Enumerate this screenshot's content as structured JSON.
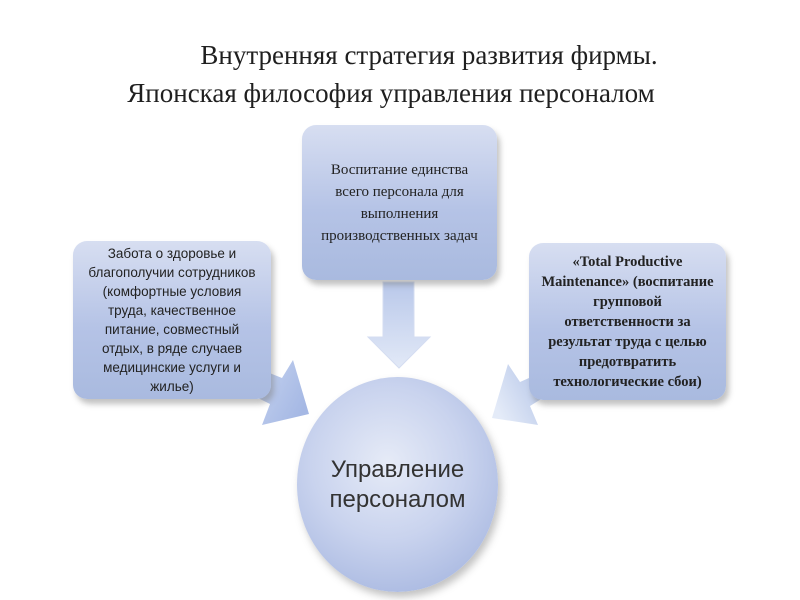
{
  "title": {
    "line1": "Внутренняя стратегия развития фирмы.",
    "line2": "Японская философия управления персоналом"
  },
  "center": {
    "label": "Управление персоналом"
  },
  "top_box": {
    "text": "Воспитание единства всего персонала для выполнения производственных задач"
  },
  "left_box": {
    "text": "Забота о здоровье и благополучии сотрудников (комфортные условия труда, качественное питание, совместный отдых, в ряде случаев медицинские услуги и жилье)"
  },
  "right_box": {
    "text": "«Total Productive Maintenance» (воспитание групповой ответственности за результат труда с целью предотвратить технологические сбои)"
  },
  "colors": {
    "box_fill": "#b5c3e6",
    "arrow_fill": "#c6d3ee",
    "text": "#222222"
  }
}
